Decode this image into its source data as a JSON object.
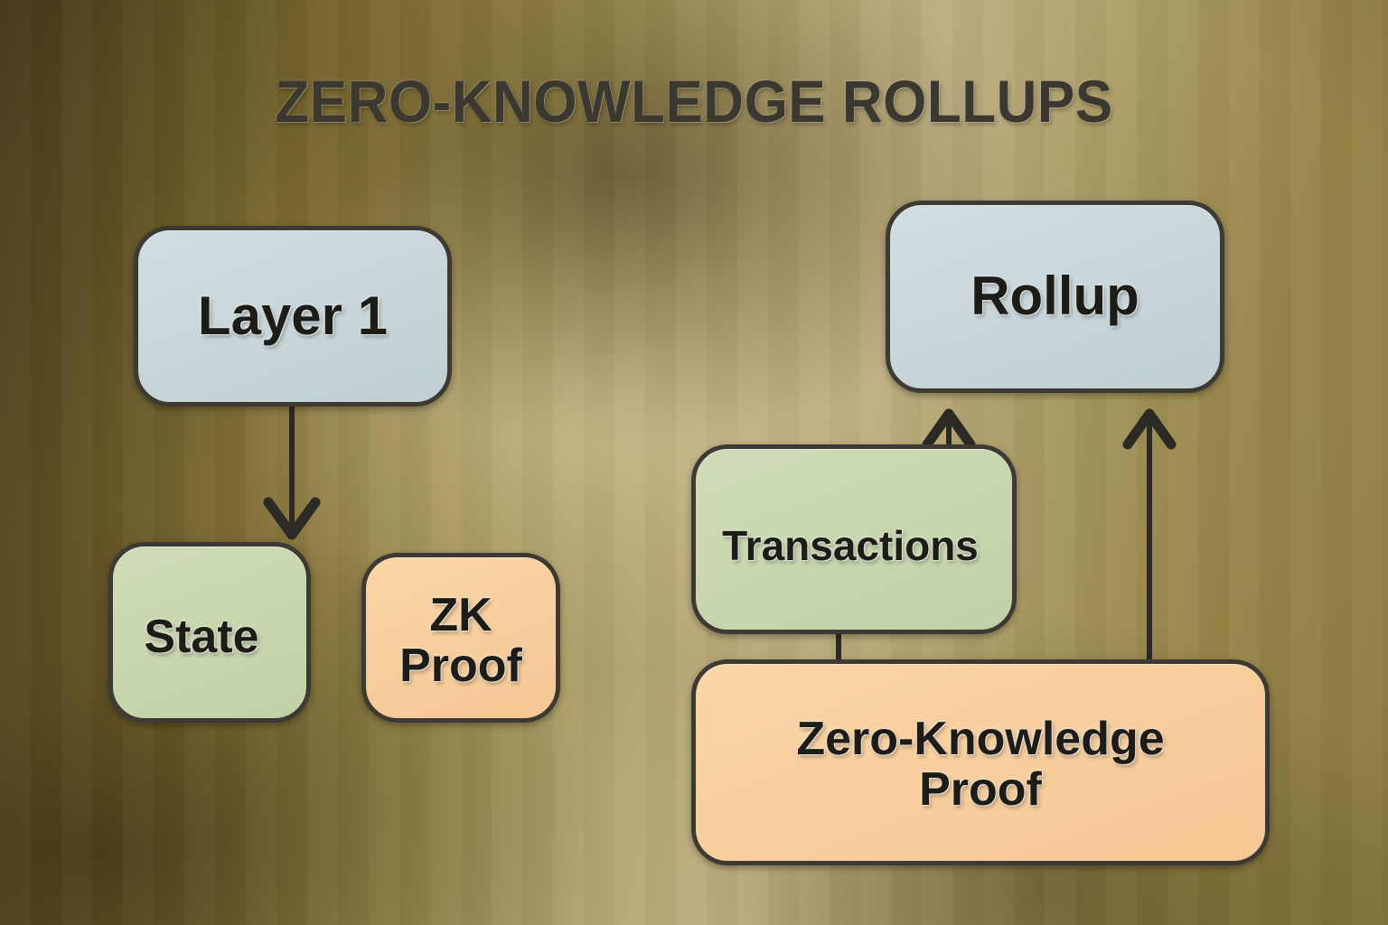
{
  "title": "ZERO-KNOWLEDGE ROLLUPS",
  "colors": {
    "box_border": "#3c3a33",
    "text": "#1d1c17",
    "title_text": "#3a382f",
    "fill_blue": "#c7d5d9",
    "fill_green": "#c7d6ad",
    "fill_orange": "#f7cd9c",
    "connector": "#2c2a24",
    "background_dark": "#463a1a",
    "background_light": "#bdae82"
  },
  "nodes": {
    "layer1": {
      "label": "Layer 1",
      "fill": "blue"
    },
    "state": {
      "label": "State",
      "fill": "green"
    },
    "zk_proof_small": {
      "label": "ZK\nProof",
      "fill": "orange"
    },
    "rollup": {
      "label": "Rollup",
      "fill": "blue"
    },
    "transactions": {
      "label": "Transactions",
      "fill": "green"
    },
    "zero_knowledge_proof": {
      "label": "Zero-Knowledge\nProof",
      "fill": "orange"
    }
  },
  "connections": [
    {
      "from": "layer1",
      "to": "state",
      "style": "arrow-down"
    },
    {
      "from": "transactions",
      "to": "rollup",
      "style": "arrow-up"
    },
    {
      "from": "zero_knowledge_proof",
      "to": "rollup",
      "style": "arrow-up"
    },
    {
      "from": "transactions",
      "to": "zero_knowledge_proof",
      "style": "line"
    }
  ]
}
